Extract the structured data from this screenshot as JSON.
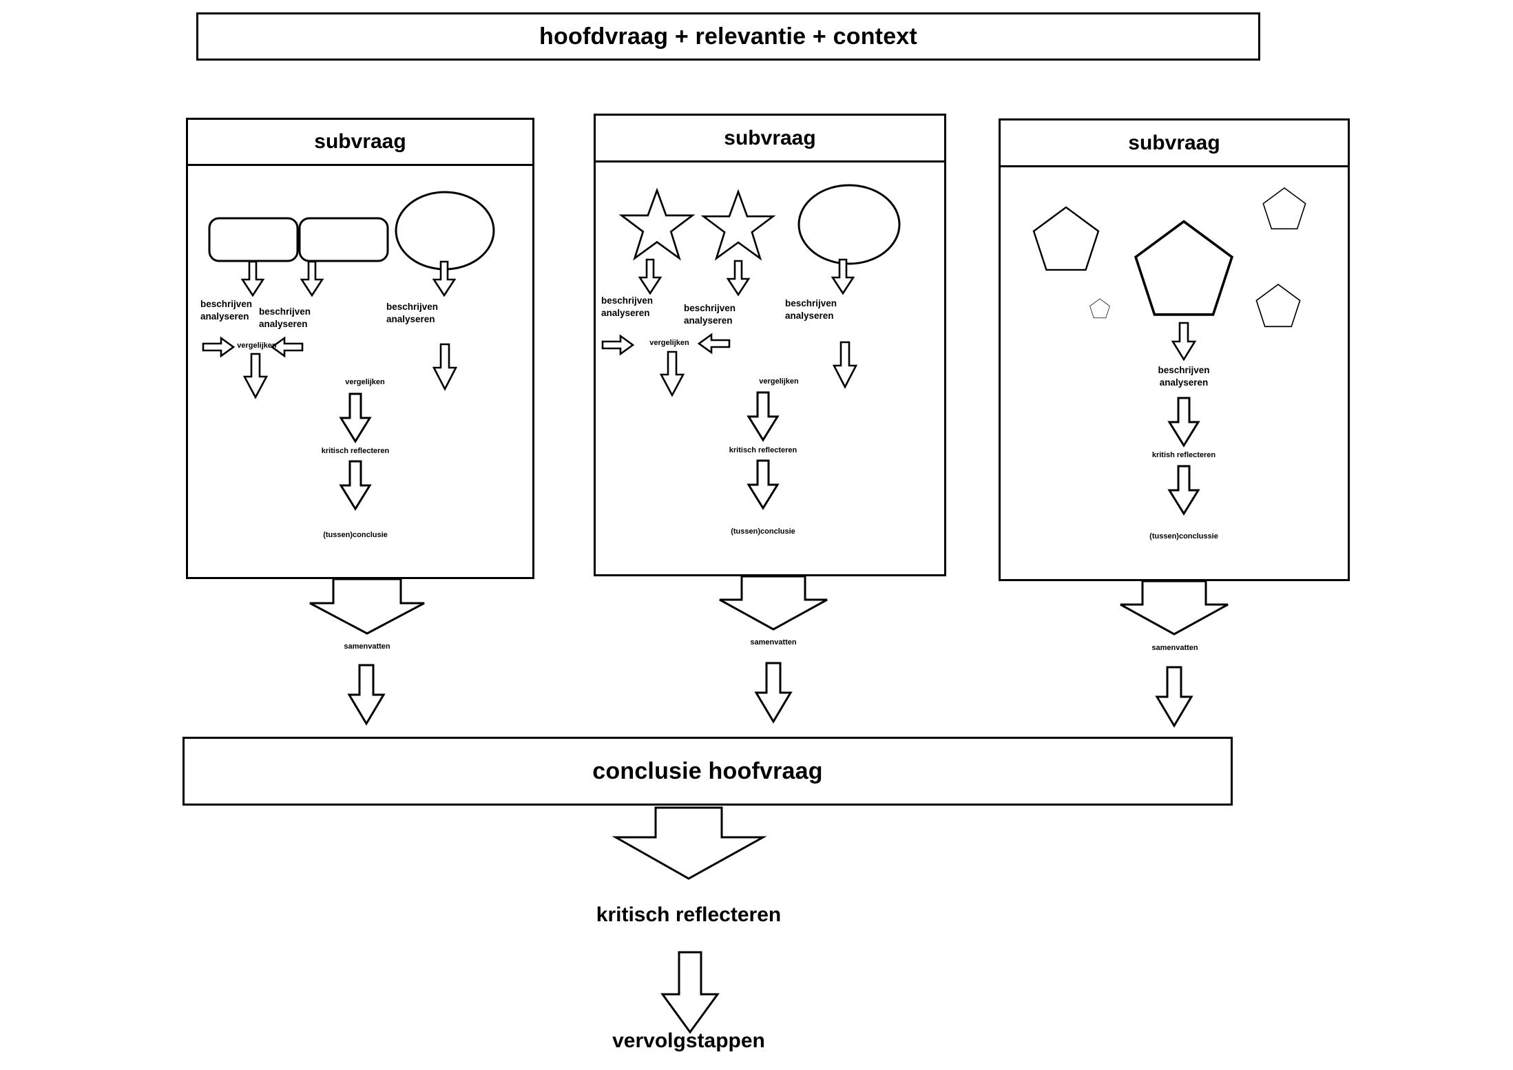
{
  "diagram": {
    "title_box": {
      "label": "hoofdvraag + relevantie + context"
    },
    "conclusion_box": {
      "label": "conclusie hoofvraag"
    },
    "final_steps": [
      {
        "label": "kritisch reflecteren"
      },
      {
        "label": "vervolgstappen"
      }
    ],
    "columns": [
      {
        "header": "subvraag",
        "shape_set": "two-rounded-rectangles-and-ellipse",
        "captions": {
          "analyse_left": "beschrijven\nanalyseren",
          "analyse_middle": "beschrijven\nanalyseren",
          "analyse_right": "beschrijven\nanalyseren",
          "compare_inner": "vergelijken",
          "compare_outer": "vergelijken",
          "reflect": "kritisch reflecteren",
          "conclusion": "(tussen)conclusie"
        },
        "summary_label": "samenvatten"
      },
      {
        "header": "subvraag",
        "shape_set": "two-stars-and-ellipse",
        "captions": {
          "analyse_left": "beschrijven\nanalyseren",
          "analyse_middle": "beschrijven\nanalyseren",
          "analyse_right": "beschrijven\nanalyseren",
          "compare_inner": "vergelijken",
          "compare_outer": "vergelijken",
          "reflect": "kritisch reflecteren",
          "conclusion": "(tussen)conclusie"
        },
        "summary_label": "samenvatten"
      },
      {
        "header": "subvraag",
        "shape_set": "five-pentagons",
        "captions": {
          "analyse_center": "beschrijven\nanalyseren",
          "reflect": "kritish reflecteren",
          "conclusion": "(tussen)conclussie"
        },
        "summary_label": "samenvatten"
      }
    ],
    "colors": {
      "stroke": "#000000",
      "fill": "#ffffff",
      "background": "#ffffff"
    }
  }
}
